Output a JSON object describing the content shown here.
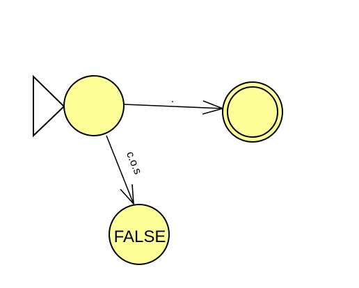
{
  "diagram": {
    "colors": {
      "state_fill": "#ffff99",
      "stroke": "#000000",
      "background": "#ffffff"
    },
    "states": [
      {
        "id": "q0",
        "label": "",
        "initial": true,
        "accepting": false
      },
      {
        "id": "q1",
        "label": "",
        "initial": false,
        "accepting": true
      },
      {
        "id": "q2",
        "label": "FALSE",
        "initial": false,
        "accepting": false
      }
    ],
    "transitions": [
      {
        "from": "q0",
        "to": "q1",
        "label": "."
      },
      {
        "from": "q0",
        "to": "q2",
        "label": "c.o.s"
      }
    ]
  }
}
